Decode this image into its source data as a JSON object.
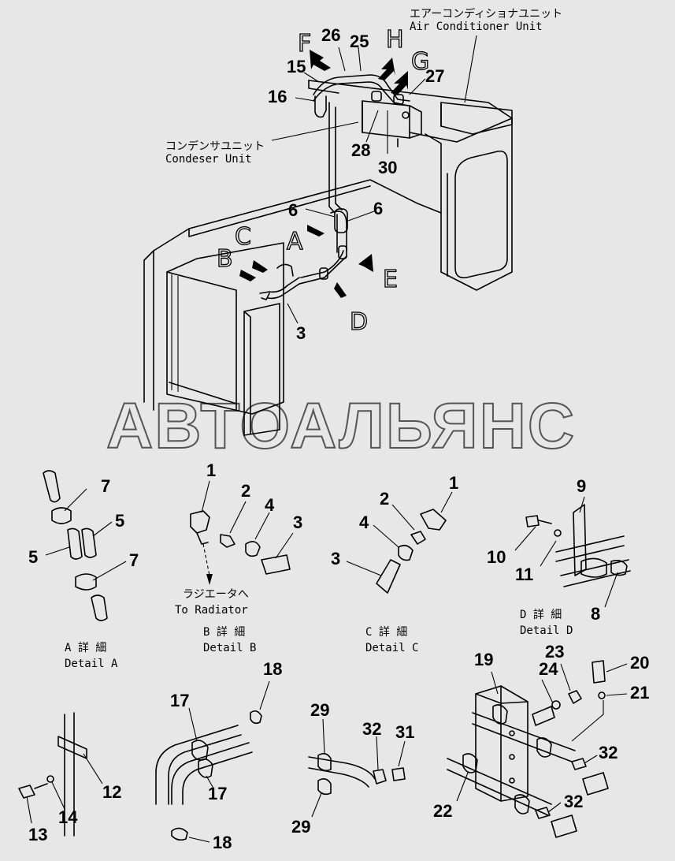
{
  "watermark": "АВТОАЛЬЯНС",
  "labels": {
    "air_conditioner_jp": "エアーコンディショナユニット",
    "air_conditioner_en": "Air Conditioner Unit",
    "condenser_jp": "コンデンサユニット",
    "condenser_en": "Condeser Unit",
    "to_radiator_jp": "ラジエータへ",
    "to_radiator_en": "To Radiator",
    "detail_a_jp": "A 詳 細",
    "detail_a_en": "Detail A",
    "detail_b_jp": "B 詳 細",
    "detail_b_en": "Detail B",
    "detail_c_jp": "C 詳 細",
    "detail_c_en": "Detail C",
    "detail_d_jp": "D 詳 細",
    "detail_d_en": "Detail D"
  },
  "view_letters": {
    "a": "A",
    "b": "B",
    "c": "C",
    "d": "D",
    "e": "E",
    "f": "F",
    "g": "G",
    "h": "H"
  },
  "callouts": {
    "c26": "26",
    "c25": "25",
    "c27": "27",
    "c15": "15",
    "c16": "16",
    "c28": "28",
    "c30": "30",
    "c6a": "6",
    "c6b": "6",
    "c3main": "3",
    "a7top": "7",
    "a5right": "5",
    "a5left": "5",
    "a7bot": "7",
    "b1": "1",
    "b2": "2",
    "b4": "4",
    "b3": "3",
    "c2": "2",
    "c1": "1",
    "c4": "4",
    "c3": "3",
    "d9": "9",
    "d10": "10",
    "d11": "11",
    "d8": "8",
    "e12": "12",
    "e13": "13",
    "e14": "14",
    "f17a": "17",
    "f18a": "18",
    "f17b": "17",
    "f18b": "18",
    "g29a": "29",
    "g32": "32",
    "g31": "31",
    "g29b": "29",
    "h19": "19",
    "h24": "24",
    "h23": "23",
    "h20": "20",
    "h21": "21",
    "h32a": "32",
    "h22": "22",
    "h32b": "32"
  }
}
